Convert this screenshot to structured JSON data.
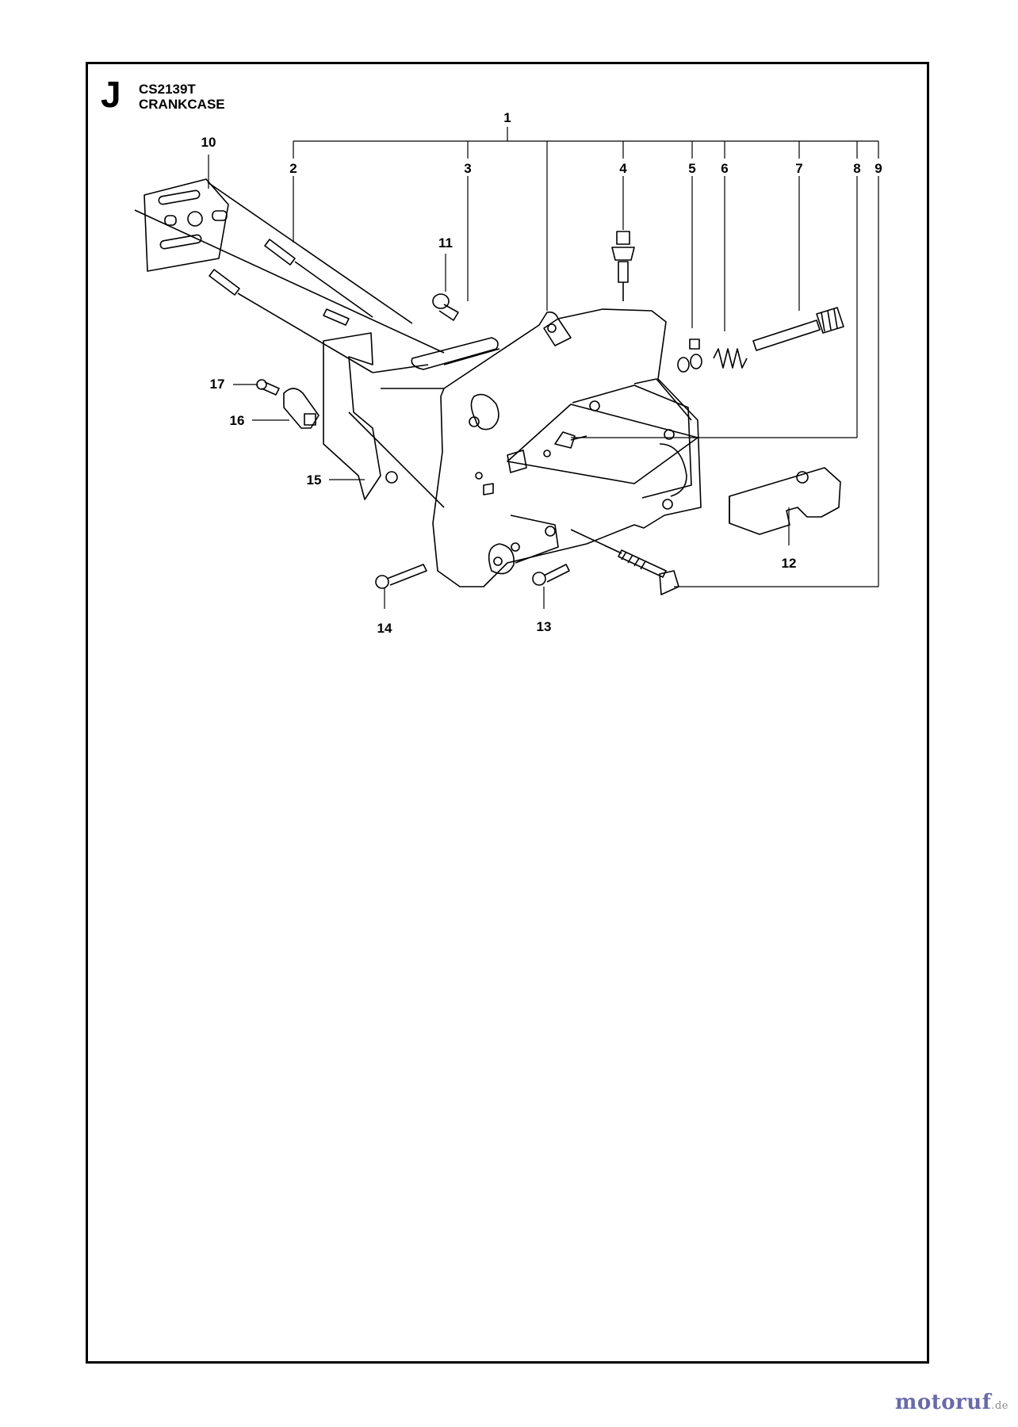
{
  "header": {
    "section_letter": "J",
    "model": "CS2139T",
    "title": "CRANKCASE"
  },
  "callouts": [
    "1",
    "2",
    "3",
    "4",
    "5",
    "6",
    "7",
    "8",
    "9",
    "10",
    "11",
    "12",
    "13",
    "14",
    "15",
    "16",
    "17"
  ],
  "watermark": {
    "brand": "motoruf",
    "tld": ".de",
    "color": "#6a6aa8"
  }
}
